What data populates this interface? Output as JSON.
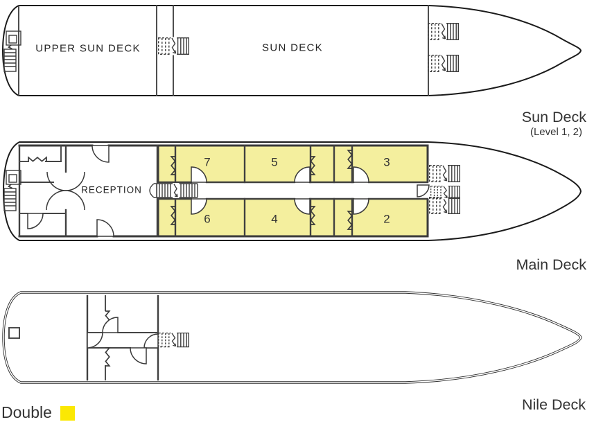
{
  "legend": {
    "label": "Double",
    "swatch_color": "#FBE803"
  },
  "colors": {
    "cabin_fill": "#F4EF9E",
    "corridor": "#FFFFFF",
    "wall": "#3A3A3A",
    "hull": "#1B1B1B"
  },
  "decks": {
    "sun": {
      "label": "Sun Deck",
      "sublabel": "(Level 1, 2)",
      "zones": [
        "UPPER SUN DECK",
        "SUN DECK"
      ]
    },
    "main": {
      "label": "Main Deck",
      "reception_label": "RECEPTION",
      "cabins_top": [
        "7",
        "5",
        "3"
      ],
      "cabins_bottom": [
        "6",
        "4",
        "2"
      ]
    },
    "nile": {
      "label": "Nile Deck"
    }
  }
}
